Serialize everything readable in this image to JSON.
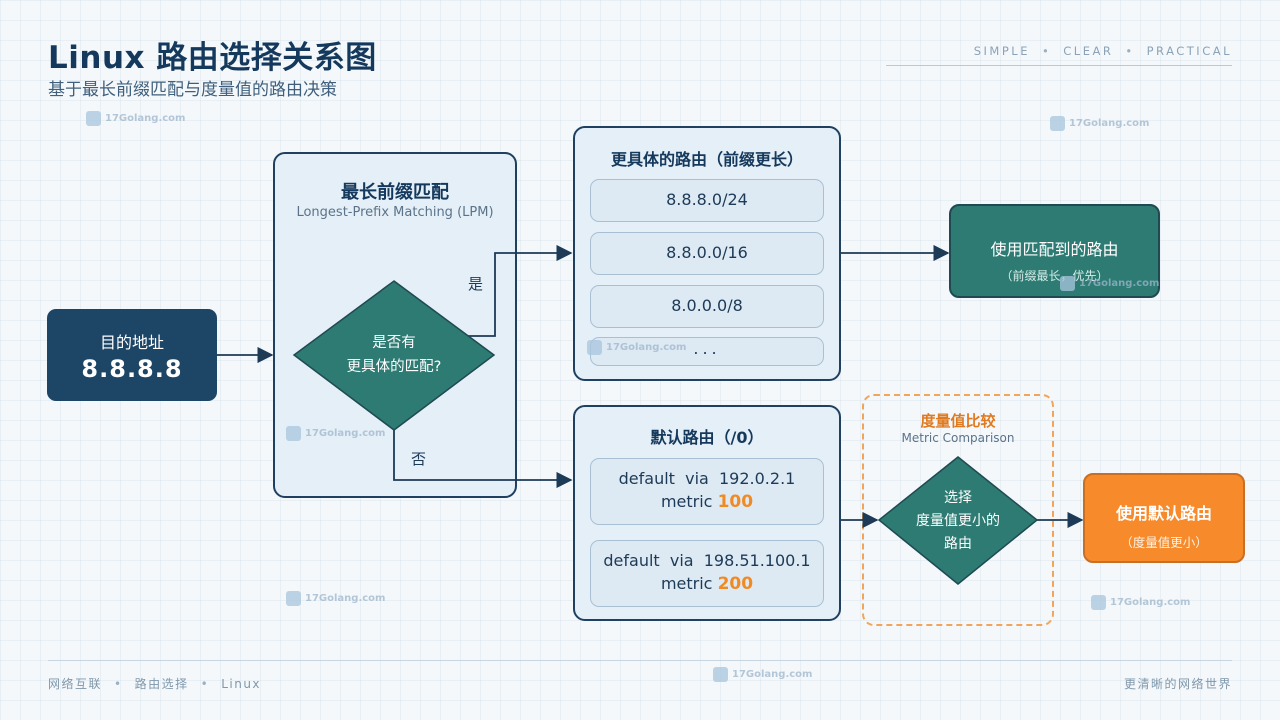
{
  "header": {
    "title": "Linux 路由选择关系图",
    "subtitle": "基于最长前缀匹配与度量值的路由决策",
    "tagline": [
      "SIMPLE",
      "CLEAR",
      "PRACTICAL"
    ]
  },
  "destination": {
    "label": "目的地址",
    "ip": "8.8.8.8"
  },
  "lpm": {
    "title": "最长前缀匹配",
    "subtitle": "Longest-Prefix Matching (LPM)",
    "decision_line1": "是否有",
    "decision_line2": "更具体的匹配?",
    "yes_label": "是",
    "no_label": "否"
  },
  "specific_routes": {
    "title": "更具体的路由（前缀更长）",
    "routes": [
      "8.8.8.0/24",
      "8.8.0.0/16",
      "8.0.0.0/8"
    ],
    "ellipsis": "..."
  },
  "use_matched": {
    "title": "使用匹配到的路由",
    "note": "（前缀最长，优先）"
  },
  "default_routes": {
    "title": "默认路由（/0）",
    "routes": [
      {
        "line": "default  via  192.0.2.1",
        "metric_label": "metric",
        "metric_value": "100"
      },
      {
        "line": "default  via  198.51.100.1",
        "metric_label": "metric",
        "metric_value": "200"
      }
    ]
  },
  "metric_compare": {
    "title": "度量值比较",
    "subtitle": "Metric Comparison",
    "decision_line1": "选择",
    "decision_line2": "度量值更小的",
    "decision_line3": "路由"
  },
  "use_default": {
    "title": "使用默认路由",
    "note": "（度量值更小）"
  },
  "footer": {
    "left": [
      "网络互联",
      "路由选择",
      "Linux"
    ],
    "right": "更清晰的网络世界"
  },
  "watermark": "17Golang.com",
  "colors": {
    "navy": "#1c4566",
    "teal": "#2d7b73",
    "orange": "#f78a2a",
    "panel_bg": "#e5eff7"
  }
}
